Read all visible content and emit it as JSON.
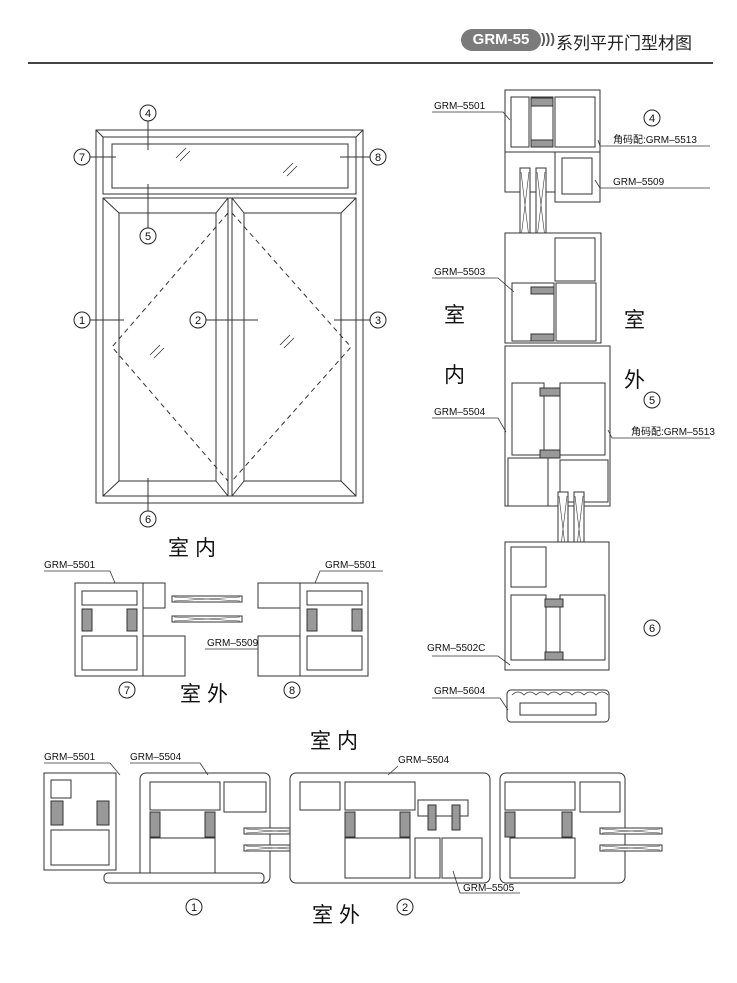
{
  "header": {
    "badge": "GRM-55",
    "arrows": ")))",
    "title": "系列平开门型材图"
  },
  "window_callouts": {
    "c1": "1",
    "c2": "2",
    "c3": "3",
    "c4": "4",
    "c5": "5",
    "c6": "6",
    "c7": "7",
    "c8": "8"
  },
  "labels": {
    "indoor": "室内",
    "outdoor": "室外",
    "indoor_room": "室",
    "indoor_in": "内",
    "outdoor_room": "室",
    "outdoor_out": "外"
  },
  "right_section": {
    "grm5501": "GRM–5501",
    "corner_top": "角码配:GRM–5513",
    "grm5509": "GRM–5509",
    "grm5503": "GRM–5503",
    "grm5504": "GRM–5504",
    "corner_mid": "角码配:GRM–5513",
    "grm5502c": "GRM–5502C",
    "grm5604": "GRM–5604",
    "n4": "4",
    "n5": "5",
    "n6": "6"
  },
  "mid_section": {
    "left_label": "GRM–5501",
    "right_label": "GRM–5501",
    "grm5509": "GRM–5509",
    "n7": "7",
    "n8": "8"
  },
  "bottom_section": {
    "grm5501": "GRM–5501",
    "grm5504a": "GRM–5504",
    "grm5504b": "GRM–5504",
    "grm5505": "GRM–5505",
    "n1": "1",
    "n2": "2"
  }
}
